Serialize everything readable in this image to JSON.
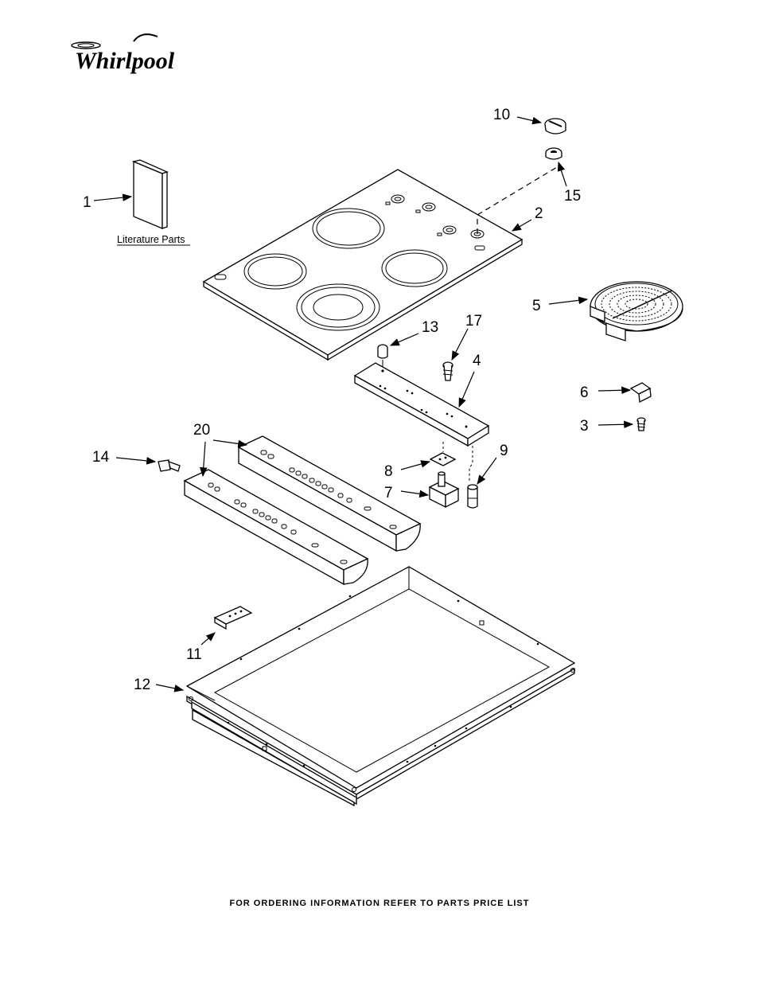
{
  "brand": {
    "name": "Whirlpool"
  },
  "literature": {
    "label": "Literature Parts"
  },
  "callouts": {
    "c1": "1",
    "c2": "2",
    "c3": "3",
    "c4": "4",
    "c5": "5",
    "c6": "6",
    "c7": "7",
    "c8": "8",
    "c9": "9",
    "c10": "10",
    "c11": "11",
    "c12": "12",
    "c13": "13",
    "c14": "14",
    "c15": "15",
    "c17": "17",
    "c20": "20"
  },
  "footer": {
    "text": "FOR ORDERING INFORMATION REFER TO PARTS PRICE LIST"
  }
}
